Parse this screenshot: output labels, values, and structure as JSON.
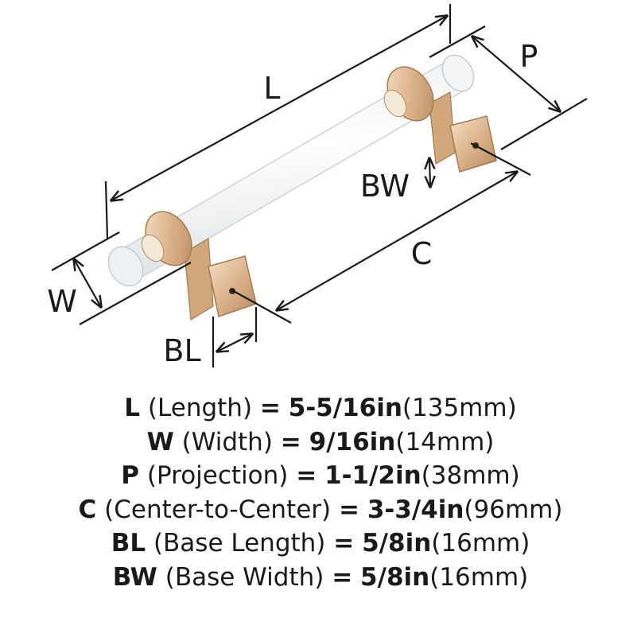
{
  "diagram": {
    "labels": {
      "length": "L",
      "projection": "P",
      "base_width": "BW",
      "center_to_center": "C",
      "width": "W",
      "base_length": "BL"
    },
    "colors": {
      "metal_light": "#f1d9bd",
      "metal_mid": "#dcb48c",
      "metal_dark": "#b88a5e",
      "acrylic": "#f6f7f8",
      "acrylic_edge": "#cfd3d6",
      "line": "#1a1a1a"
    }
  },
  "specs": [
    {
      "abbr": "L",
      "desc": "(Length)",
      "eq": "=",
      "inch": "5-5/16in",
      "mm": "(135mm)"
    },
    {
      "abbr": "W",
      "desc": "(Width)",
      "eq": "=",
      "inch": "9/16in",
      "mm": "(14mm)"
    },
    {
      "abbr": "P",
      "desc": "(Projection)",
      "eq": "=",
      "inch": "1-1/2in",
      "mm": "(38mm)"
    },
    {
      "abbr": "C",
      "desc": "(Center-to-Center)",
      "eq": "=",
      "inch": "3-3/4in",
      "mm": "(96mm)"
    },
    {
      "abbr": "BL",
      "desc": "(Base Length)",
      "eq": "=",
      "inch": "5/8in",
      "mm": "(16mm)"
    },
    {
      "abbr": "BW",
      "desc": "(Base Width)",
      "eq": "=",
      "inch": "5/8in",
      "mm": "(16mm)"
    }
  ]
}
